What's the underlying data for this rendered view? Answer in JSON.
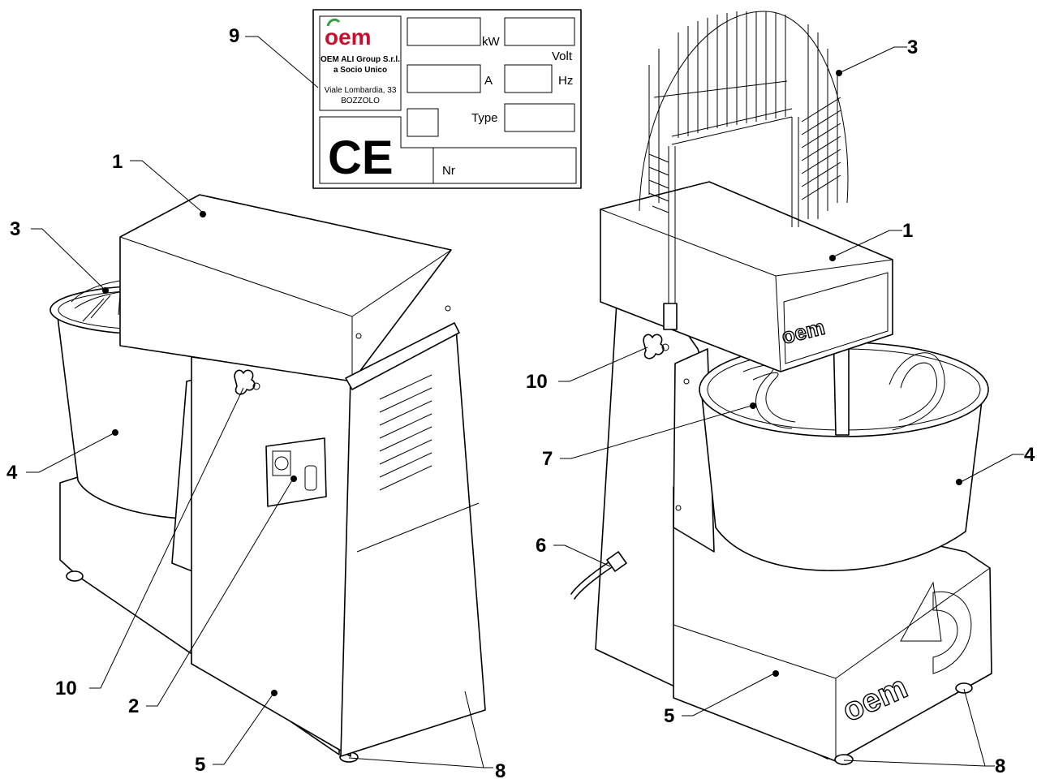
{
  "rating_plate": {
    "brand": "oem",
    "company_line1": "OEM ALI Group S.r.l.",
    "company_line2": "a Socio Unico",
    "address_line1": "Viale Lombardia, 33",
    "address_line2": "BOZZOLO",
    "mark": "CE",
    "labels": {
      "kw": "kW",
      "volt": "Volt",
      "amp": "A",
      "hz": "Hz",
      "type": "Type",
      "nr": "Nr"
    }
  },
  "machine_logo": "oem",
  "callouts": {
    "plate": "9",
    "left_head": "1",
    "left_guard": "3",
    "left_bowl": "4",
    "left_knob": "10",
    "left_switch": "2",
    "left_base": "5",
    "left_wheels": "8",
    "right_guard": "3",
    "right_head": "1",
    "right_knob": "10",
    "right_spiral": "7",
    "right_bowl": "4",
    "right_cable": "6",
    "right_base": "5",
    "right_wheels": "8"
  }
}
